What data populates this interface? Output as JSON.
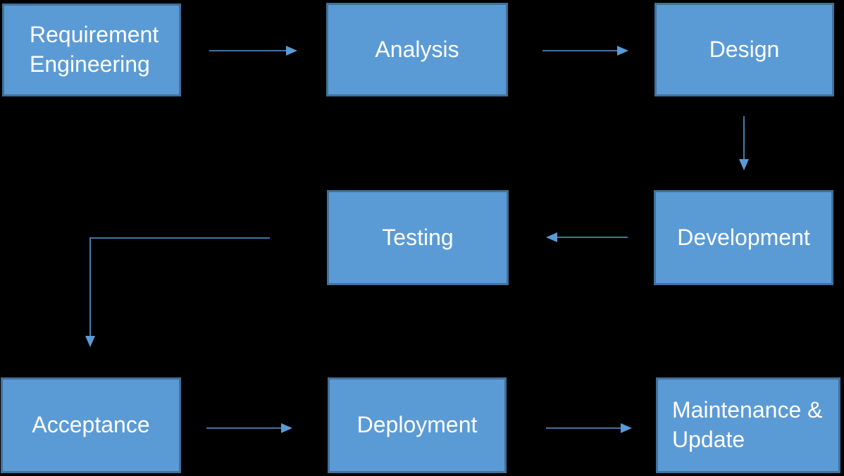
{
  "background": "#000000",
  "palette": {
    "node_fill": "#5b9bd5",
    "node_border": "#41719c",
    "connector": "#5b9bd5",
    "text": "#ffffff"
  },
  "nodes": [
    {
      "id": "requirement-engineering",
      "label": "Requirement Engineering"
    },
    {
      "id": "analysis",
      "label": "Analysis"
    },
    {
      "id": "design",
      "label": "Design"
    },
    {
      "id": "testing",
      "label": "Testing"
    },
    {
      "id": "development",
      "label": "Development"
    },
    {
      "id": "acceptance",
      "label": "Acceptance"
    },
    {
      "id": "deployment",
      "label": "Deployment"
    },
    {
      "id": "maintenance-update",
      "label": "Maintenance & Update"
    }
  ],
  "edges": [
    {
      "from": "requirement-engineering",
      "to": "analysis",
      "direction": "right"
    },
    {
      "from": "analysis",
      "to": "design",
      "direction": "right"
    },
    {
      "from": "design",
      "to": "development",
      "direction": "down"
    },
    {
      "from": "development",
      "to": "testing",
      "direction": "left"
    },
    {
      "from": "testing",
      "to": "acceptance",
      "direction": "elbow-left-down"
    },
    {
      "from": "acceptance",
      "to": "deployment",
      "direction": "right"
    },
    {
      "from": "deployment",
      "to": "maintenance-update",
      "direction": "right"
    }
  ]
}
